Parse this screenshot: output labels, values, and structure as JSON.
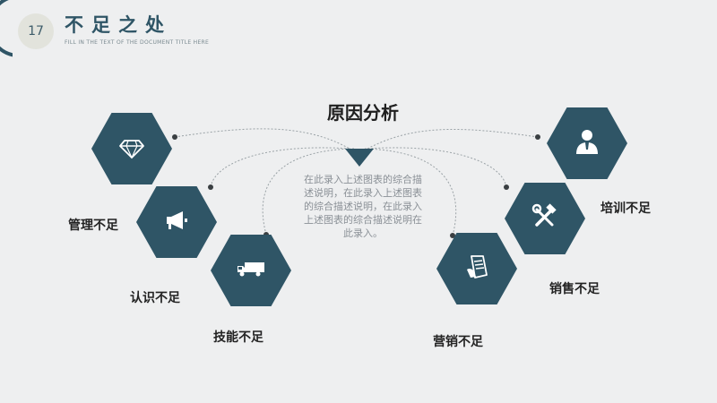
{
  "header": {
    "page_number": "17",
    "title": "不足之处",
    "subtitle": "FILL IN THE TEXT OF THE DOCUMENT TITLE HERE"
  },
  "center": {
    "title": "原因分析",
    "description": "在此录入上述图表的综合描述说明，在此录入上述图表的综合描述说明，在此录入上述图表的综合描述说明在此录入。"
  },
  "items": [
    {
      "label": "管理不足",
      "icon": "diamond-icon"
    },
    {
      "label": "认识不足",
      "icon": "megaphone-icon"
    },
    {
      "label": "技能不足",
      "icon": "truck-icon"
    },
    {
      "label": "培训不足",
      "icon": "person-icon"
    },
    {
      "label": "销售不足",
      "icon": "tools-icon"
    },
    {
      "label": "营销不足",
      "icon": "document-hand-icon"
    }
  ],
  "colors": {
    "accent": "#2f5566",
    "background": "#eeeff0",
    "page_circle": "#e2e3dc"
  }
}
